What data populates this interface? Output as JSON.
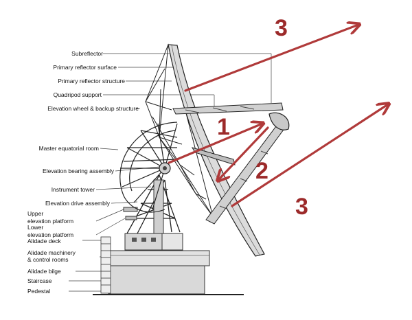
{
  "labels": {
    "subreflector": "Subreflector",
    "primary_surface": "Primary reflector surface",
    "primary_structure": "Primary reflector structure",
    "quadripod": "Quadripod support",
    "elevation_wheel": "Elevation wheel & backup structure",
    "master_room": "Master equatorial room",
    "elevation_bearing": "Elevation bearing assembly",
    "instrument_tower": "Instrument tower",
    "elevation_drive": "Elevation drive assembly",
    "upper_platform_1": "Upper",
    "upper_platform_2": "elevation platform",
    "lower_platform_1": "Lower",
    "lower_platform_2": "elevation platform",
    "alidade_deck": "Alidade deck",
    "alidade_machinery_1": "Alidade machinery",
    "alidade_machinery_2": "& control rooms",
    "alidade_bilge": "Alidade bilge",
    "staircase": "Staircase",
    "pedestal": "Pedestal"
  },
  "path_numbers": {
    "n1": "1",
    "n2": "2",
    "n3_top": "3",
    "n3_bottom": "3"
  },
  "colors": {
    "arrow": "#b03a3a",
    "number": "#9c2a2a",
    "structure": "#333333",
    "surface_fill": "#dcdcdc",
    "building_fill": "#d9d9d9"
  }
}
